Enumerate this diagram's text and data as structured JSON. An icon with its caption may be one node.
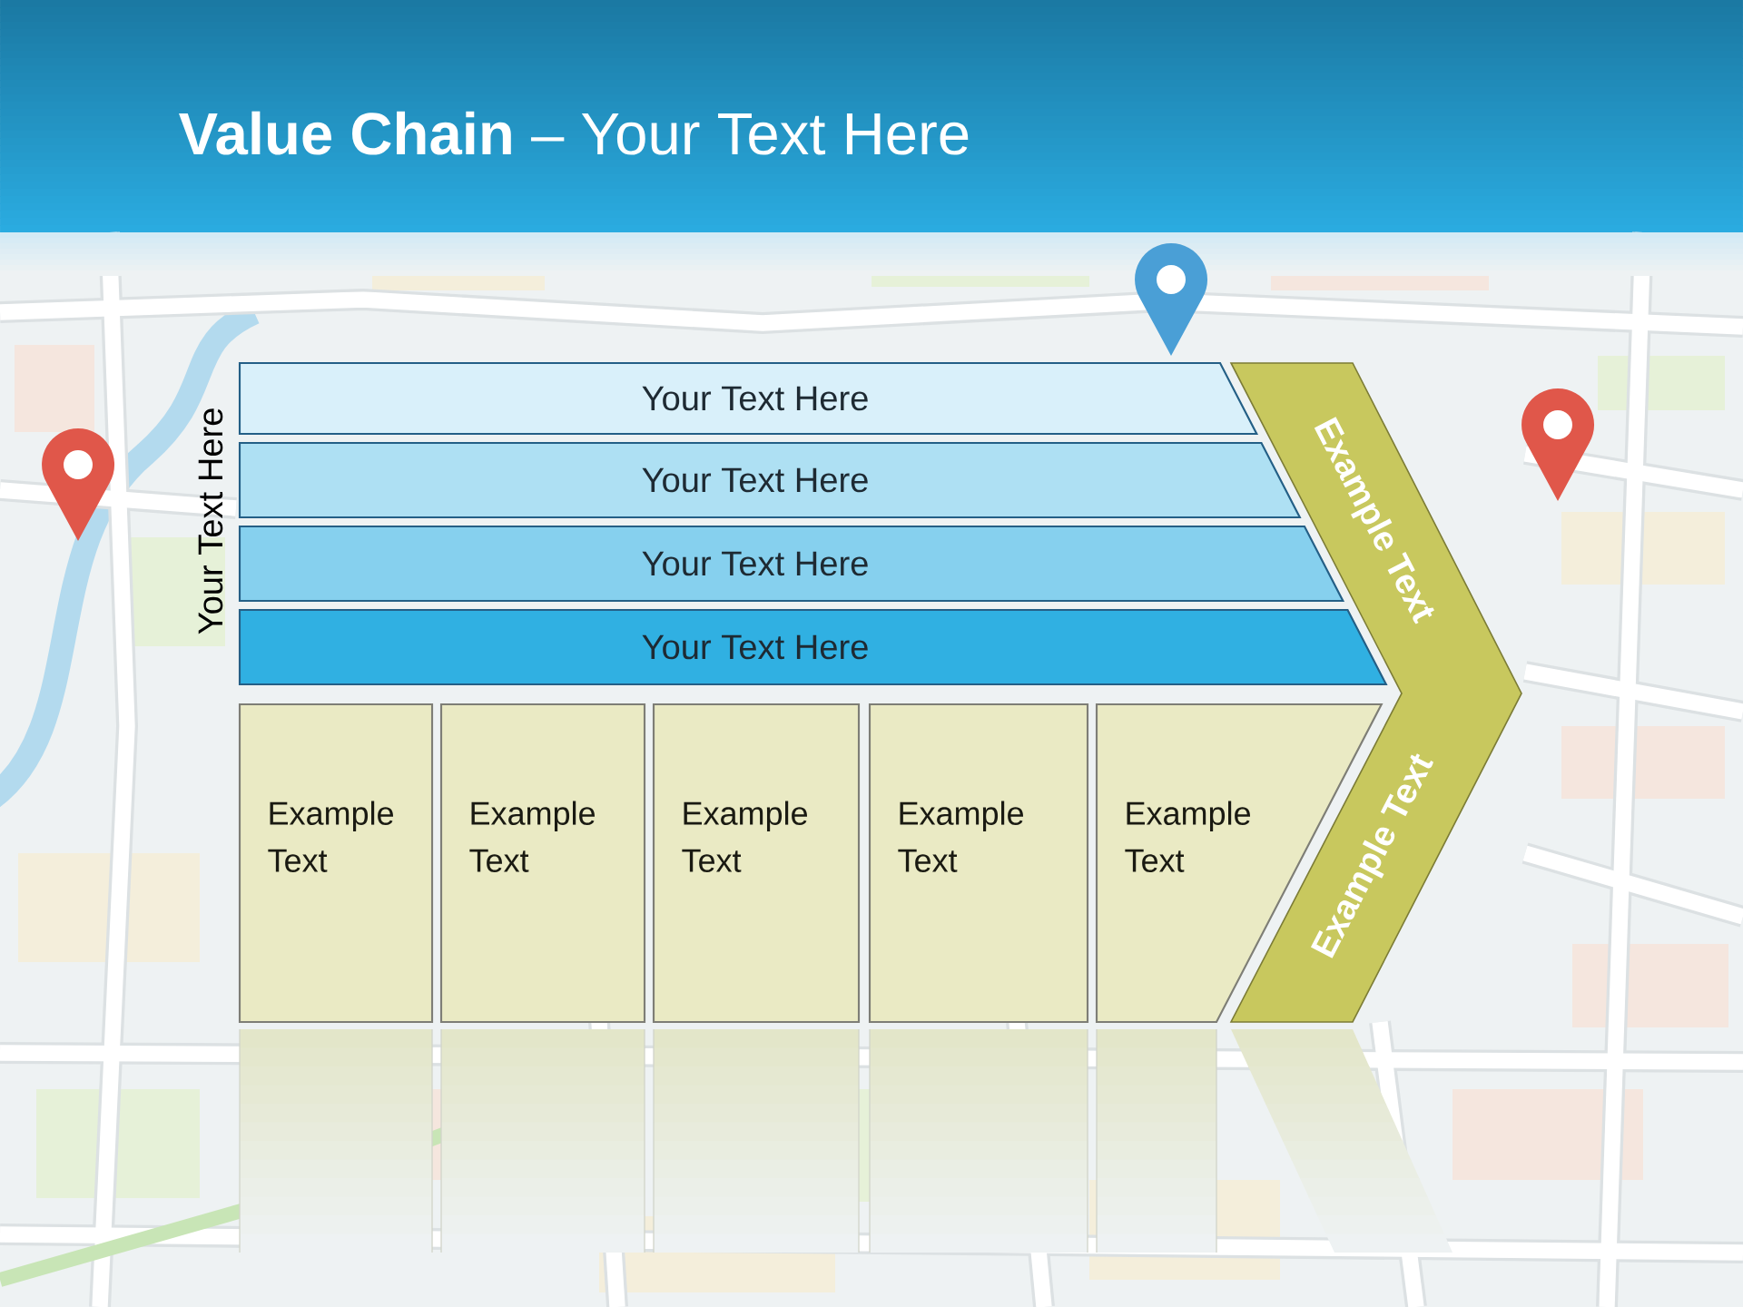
{
  "diagram": {
    "title": "**Value Chain** – Your Text Here",
    "nodes": [
      {
        "text": [
          "Your Text Here"
        ]
      },
      {
        "text": [
          "Your Text Here"
        ]
      },
      {
        "text": [
          "Your Text Here"
        ]
      },
      {
        "text": [
          "Your Text Here"
        ]
      },
      {
        "text": [
          "Example Text"
        ]
      },
      {
        "text": [
          "Example Text"
        ]
      },
      {
        "text": [
          "Example Text"
        ]
      },
      {
        "text": [
          "Example Text"
        ]
      },
      {
        "text": [
          "Example Text"
        ]
      },
      {
        "text": [
          "Example Text",
          "Example Text"
        ]
      }
    ],
    "labels": [
      "Your Text Here"
    ]
  }
}
